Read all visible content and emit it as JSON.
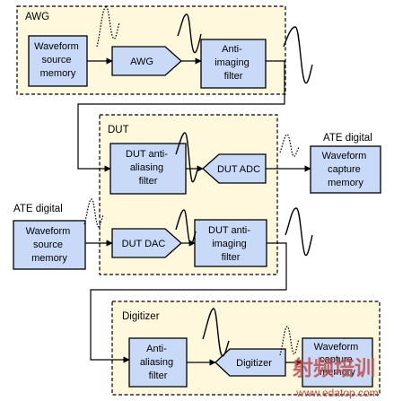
{
  "groups": {
    "awg": "AWG",
    "dut": "DUT",
    "digitizer": "Digitizer"
  },
  "labels": {
    "ate_digital_right": "ATE digital",
    "ate_digital_left": "ATE digital"
  },
  "blocks": {
    "awg_source_memory": [
      "Waveform",
      "source",
      "memory"
    ],
    "awg": [
      "AWG"
    ],
    "awg_anti_imaging": [
      "Anti-",
      "imaging",
      "filter"
    ],
    "dut_anti_aliasing": [
      "DUT anti-",
      "aliasing",
      "filter"
    ],
    "dut_adc": [
      "DUT ADC"
    ],
    "capture_memory_right": [
      "Waveform",
      "capture",
      "memory"
    ],
    "ate_source_memory": [
      "Waveform",
      "source",
      "memory"
    ],
    "dut_dac": [
      "DUT DAC"
    ],
    "dut_anti_imaging": [
      "DUT anti-",
      "imaging",
      "filter"
    ],
    "dig_anti_aliasing": [
      "Anti-",
      "aliasing",
      "filter"
    ],
    "digitizer": [
      "Digitizer"
    ],
    "dig_capture_memory": [
      "Waveform",
      "capture",
      "memory"
    ]
  },
  "watermark": {
    "logo_text": "射频培训",
    "url": "www.edatop.com"
  }
}
